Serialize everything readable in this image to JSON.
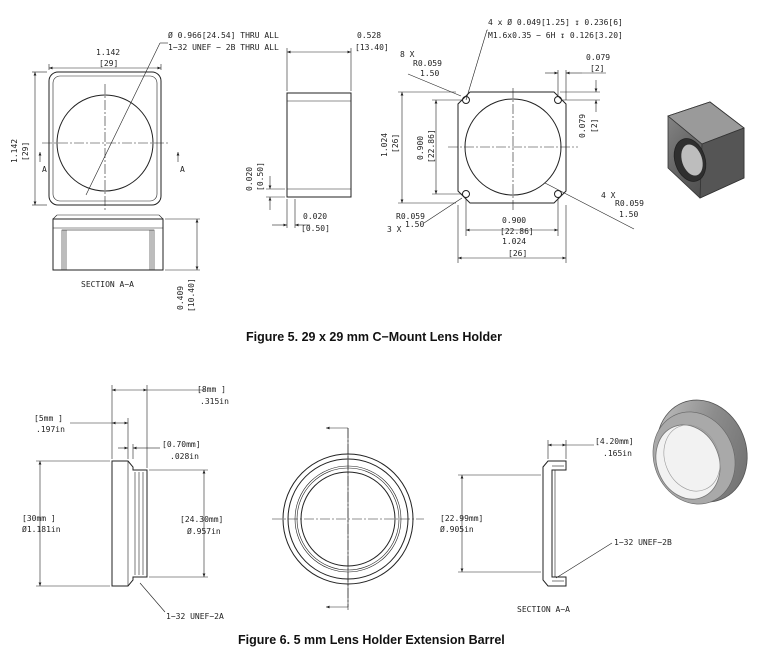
{
  "figure5": {
    "caption": "Figure 5. 29 x 29 mm C−Mount Lens Holder",
    "front_view": {
      "width_in": "1.142",
      "width_mm": "[29]",
      "height_in": "1.142",
      "height_mm": "[29]",
      "section_marker": "A",
      "bore_note_line1": "Ø 0.966[24.54] THRU ALL",
      "bore_note_line2": "1−32 UNEF − 2B THRU ALL"
    },
    "section_view": {
      "label": "SECTION A−A",
      "depth_in": "0.409",
      "depth_mm": "[10.40]"
    },
    "side_view": {
      "width_in": "0.528",
      "width_mm": "[13.40]",
      "step_v_in": "0.020",
      "step_v_mm": "[0.50]",
      "step_h_in": "0.020",
      "step_h_mm": "[0.50]"
    },
    "back_view": {
      "hole_note_line1": "4 x Ø 0.049[1.25] ↧ 0.236[6]",
      "hole_note_line2": "M1.6x0.35 − 6H ↧ 0.126[3.20]",
      "corner_note_qty": "8 X",
      "corner_note_r": "R0.059",
      "corner_note_mm": "1.50",
      "offset_in": "0.079",
      "offset_mm": "[2]",
      "offset_v_in": "0.079",
      "offset_v_mm": "[2]",
      "height_in": "1.024",
      "height_mm": "[26]",
      "hole_span_v_in": "0.900",
      "hole_span_v_mm": "[22.86]",
      "hole_span_h_in": "0.900",
      "hole_span_h_mm": "[22.86]",
      "width_in": "1.024",
      "width_mm": "[26]",
      "corner2_qty": "3 X",
      "corner2_r": "R0.059",
      "corner2_mm": "1.50",
      "corner3_qty": "4 X",
      "corner3_r": "R0.059",
      "corner3_mm": "1.50"
    }
  },
  "figure6": {
    "caption": "Figure 6. 5 mm Lens Holder Extension Barrel",
    "side_view": {
      "dim_8_mm": "[8mm ]",
      "dim_8_in": ".315in",
      "dim_5_mm": "[5mm ]",
      "dim_5_in": ".197in",
      "dim_07_mm": "[0.70mm]",
      "dim_07_in": ".028in",
      "dim_30_mm": "[30mm ]",
      "dim_30_in": "Ø1.181in",
      "dim_243_mm": "[24.30mm]",
      "dim_243_in": "Ø.957in",
      "thread": "1−32 UNEF−2A"
    },
    "section_view": {
      "dim_2299_mm": "[22.99mm]",
      "dim_2299_in": "Ø.905in",
      "dim_42_mm": "[4.20mm]",
      "dim_42_in": ".165in",
      "thread": "1−32 UNEF−2B",
      "label": "SECTION A−A"
    }
  }
}
